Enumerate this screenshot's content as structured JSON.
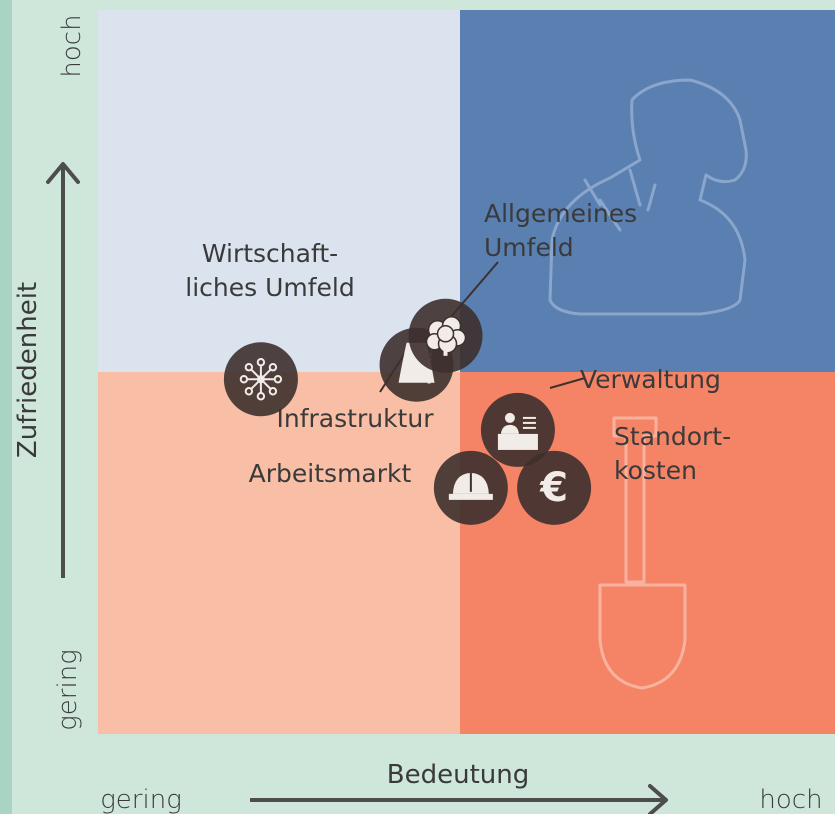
{
  "colors": {
    "background": "#cfe6db",
    "quadrant_top_left": "#dbe3ee",
    "quadrant_top_right": "#5a7fb1",
    "quadrant_bottom_left": "#f9bea6",
    "quadrant_bottom_right": "#f58466",
    "bubble": "#3d302d",
    "axis": "#4d4d4d"
  },
  "chart_data": {
    "type": "scatter",
    "xlabel": "Bedeutung",
    "ylabel": "Zufriedenheit",
    "x_low": "gering",
    "x_high": "hoch",
    "y_low": "gering",
    "y_high": "hoch",
    "xlim": [
      0,
      1
    ],
    "ylim": [
      0,
      1
    ],
    "points": [
      {
        "name": "Wirtschaftliches Umfeld",
        "label_lines": [
          "Wirtschaft-",
          "liches Umfeld"
        ],
        "icon": "network-icon",
        "x": 0.45,
        "y": 0.49
      },
      {
        "name": "Infrastruktur",
        "label_lines": [
          "Infrastruktur"
        ],
        "icon": "power-plant-icon",
        "x": 0.88,
        "y": 0.51
      },
      {
        "name": "Allgemeines Umfeld",
        "label_lines": [
          "Allgemeines",
          "Umfeld"
        ],
        "icon": "tree-icon",
        "x": 0.96,
        "y": 0.55
      },
      {
        "name": "Verwaltung",
        "label_lines": [
          "Verwaltung"
        ],
        "icon": "office-desk-icon",
        "x": 1.16,
        "y": 0.42
      },
      {
        "name": "Arbeitsmarkt",
        "label_lines": [
          "Arbeitsmarkt"
        ],
        "icon": "hard-hat-icon",
        "x": 1.03,
        "y": 0.34
      },
      {
        "name": "Standortkosten",
        "label_lines": [
          "Standort-",
          "kosten"
        ],
        "icon": "euro-icon",
        "x": 1.26,
        "y": 0.34
      }
    ]
  }
}
